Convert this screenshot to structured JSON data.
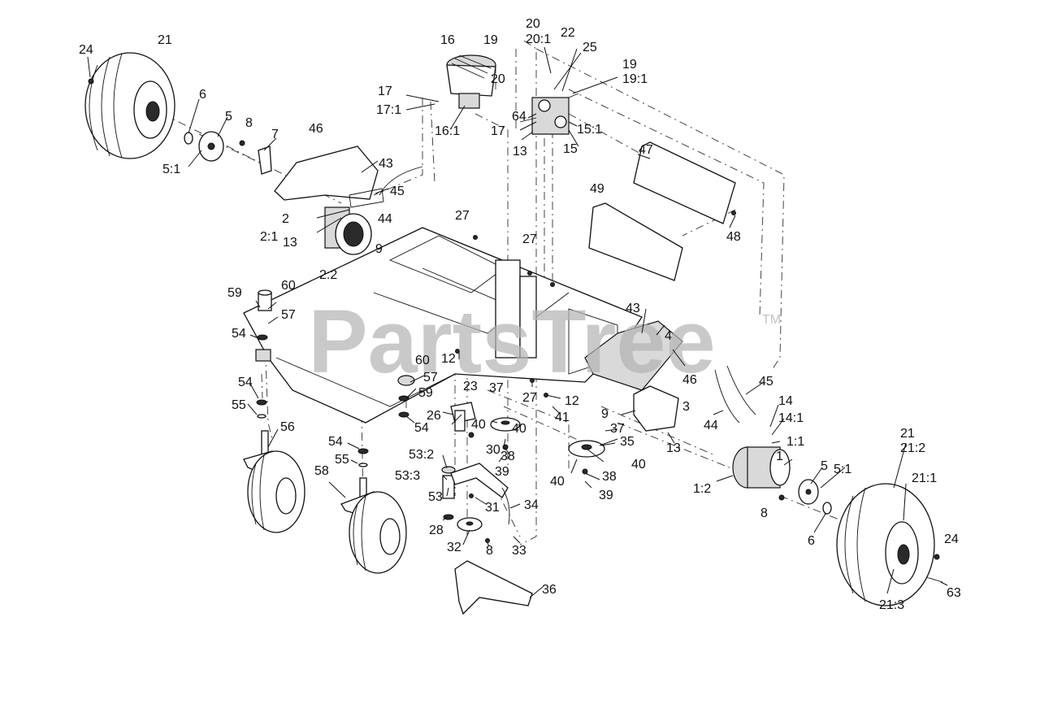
{
  "watermark": {
    "text": "PartsTree",
    "trademark": "TM"
  },
  "callouts": [
    "1",
    "1:1",
    "1:2",
    "2",
    "2:1",
    "2:2",
    "3",
    "4",
    "5",
    "5:1",
    "5",
    "5:1",
    "6",
    "6",
    "7",
    "8",
    "8",
    "8",
    "9",
    "9",
    "12",
    "12",
    "13",
    "13",
    "13",
    "14",
    "14:1",
    "15",
    "15:1",
    "16",
    "16:1",
    "17",
    "17:1",
    "17",
    "19",
    "19",
    "19:1",
    "20",
    "20:1",
    "20",
    "21",
    "21",
    "21:1",
    "21:2",
    "21:3",
    "22",
    "23",
    "24",
    "24",
    "25",
    "26",
    "27",
    "27",
    "27",
    "28",
    "30",
    "31",
    "32",
    "33",
    "34",
    "35",
    "36",
    "37",
    "37",
    "38",
    "38",
    "39",
    "39",
    "40",
    "40",
    "40",
    "40",
    "41",
    "43",
    "43",
    "44",
    "44",
    "45",
    "45",
    "46",
    "46",
    "47",
    "48",
    "49",
    "53",
    "53:2",
    "53:3",
    "54",
    "54",
    "54",
    "54",
    "55",
    "55",
    "56",
    "57",
    "57",
    "58",
    "59",
    "59",
    "60",
    "60",
    "63",
    "64"
  ]
}
